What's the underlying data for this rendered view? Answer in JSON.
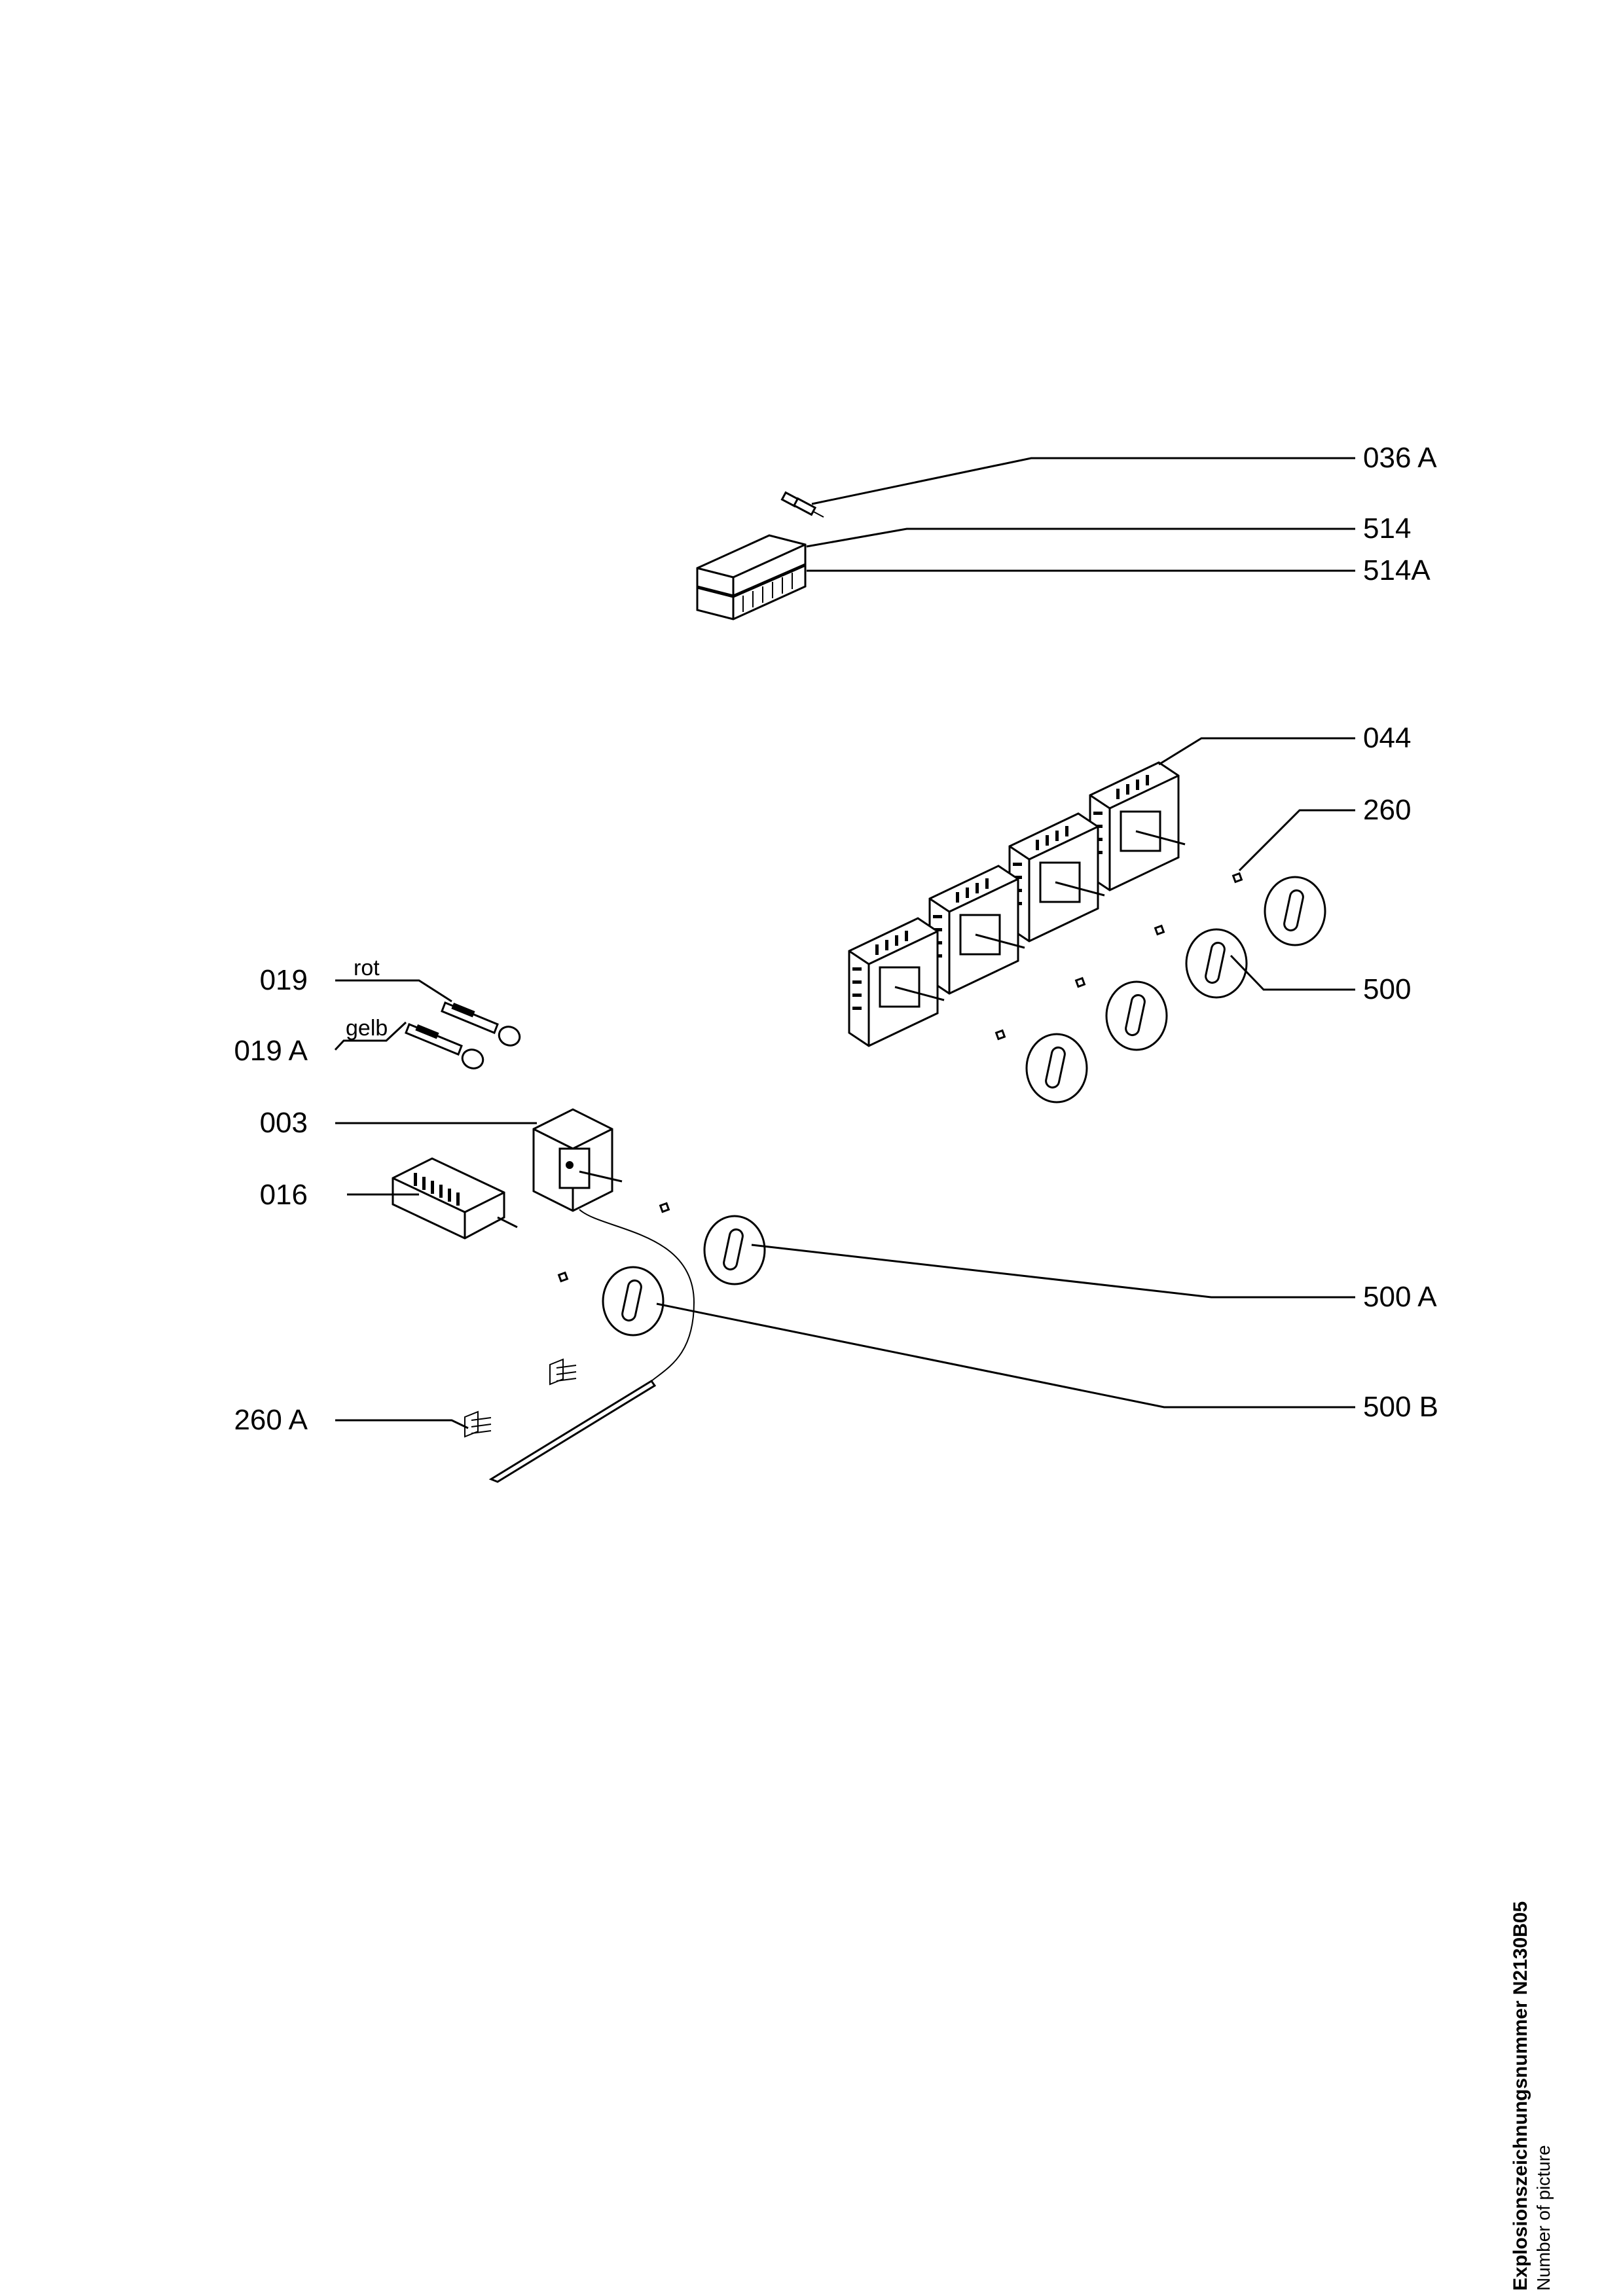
{
  "labels": {
    "p036a": "036 A",
    "p514": "514",
    "p514a": "514A",
    "p044": "044",
    "p260": "260",
    "p500": "500",
    "p019": "019",
    "p019a": "019 A",
    "p003": "003",
    "p016": "016",
    "p500a": "500 A",
    "p500b": "500 B",
    "p260a": "260 A"
  },
  "sublabels": {
    "rot": "rot",
    "gelb": "gelb"
  },
  "footer": {
    "title": "Explosionszeichnungsnummer N2130B05",
    "subtitle": "Number of picture"
  }
}
